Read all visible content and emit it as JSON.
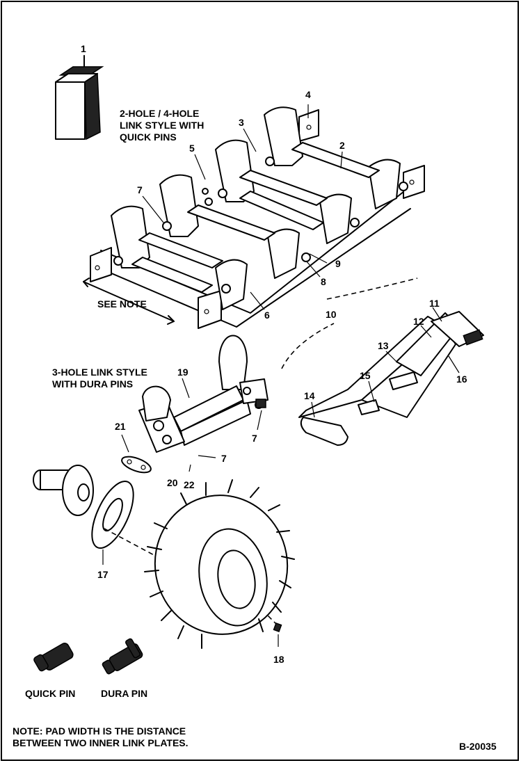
{
  "callouts": [
    {
      "id": "c1",
      "text": "1"
    },
    {
      "id": "c2",
      "text": "2"
    },
    {
      "id": "c3",
      "text": "3"
    },
    {
      "id": "c4",
      "text": "4"
    },
    {
      "id": "c5",
      "text": "5"
    },
    {
      "id": "c6",
      "text": "6"
    },
    {
      "id": "c7a",
      "text": "7"
    },
    {
      "id": "c8",
      "text": "8"
    },
    {
      "id": "c9",
      "text": "9"
    },
    {
      "id": "c10",
      "text": "10"
    },
    {
      "id": "c11",
      "text": "11"
    },
    {
      "id": "c12",
      "text": "12"
    },
    {
      "id": "c13",
      "text": "13"
    },
    {
      "id": "c14",
      "text": "14"
    },
    {
      "id": "c15",
      "text": "15"
    },
    {
      "id": "c16",
      "text": "16"
    },
    {
      "id": "c17",
      "text": "17"
    },
    {
      "id": "c18",
      "text": "18"
    },
    {
      "id": "c19",
      "text": "19"
    },
    {
      "id": "c7b",
      "text": "7"
    },
    {
      "id": "c7c",
      "text": "7"
    },
    {
      "id": "c20",
      "text": "20"
    },
    {
      "id": "c21",
      "text": "21"
    },
    {
      "id": "c22",
      "text": "22"
    }
  ],
  "labels": {
    "link_style_2_4_line1": "2-HOLE / 4-HOLE",
    "link_style_2_4_line2": "LINK STYLE WITH",
    "link_style_2_4_line3": "QUICK PINS",
    "see_note": "SEE NOTE",
    "link_style_3_line1": "3-HOLE LINK STYLE",
    "link_style_3_line2": "WITH DURA PINS",
    "quick_pin": "QUICK PIN",
    "dura_pin": "DURA PIN",
    "note_line1": "NOTE:  PAD WIDTH IS THE DISTANCE",
    "note_line2": "BETWEEN TWO INNER LINK PLATES.",
    "figure_number": "B-20035"
  },
  "colors": {
    "ink": "#000000",
    "paper": "#ffffff"
  }
}
